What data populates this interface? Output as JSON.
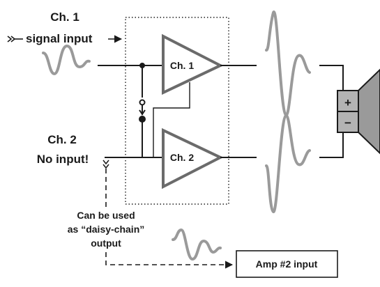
{
  "labels": {
    "ch1_title": "Ch. 1",
    "ch1_input": "signal input",
    "ch2_title": "Ch. 2",
    "ch2_status": "No input!",
    "daisy_line1": "Can be used",
    "daisy_line2": "as “daisy-chain”",
    "daisy_line3": "output",
    "amp1": "Ch. 1",
    "amp2": "Ch. 2",
    "speaker_plus": "+",
    "speaker_minus": "−",
    "amp2_input": "Amp #2 input"
  },
  "colors": {
    "wire": "#1a1a1a",
    "amplifier_outline": "#6b6b6b",
    "waveform": "#9a9a9a",
    "speaker_body": "#9a9a9a",
    "terminal_box": "#b3b3b3"
  }
}
